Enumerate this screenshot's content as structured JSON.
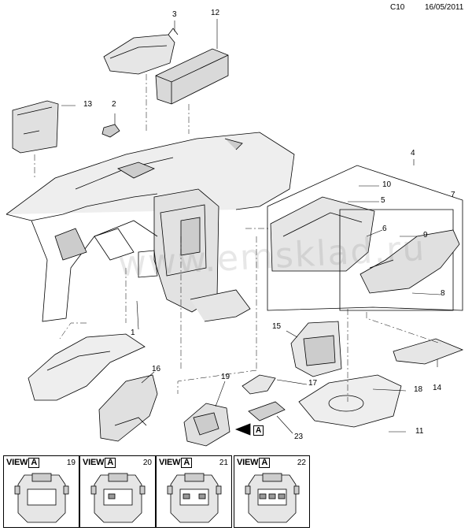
{
  "header": {
    "code": "C10",
    "date": "16/05/2011"
  },
  "watermark": "www.emsklad.ru",
  "callouts": [
    "1",
    "2",
    "3",
    "4",
    "5",
    "6",
    "7",
    "8",
    "9",
    "10",
    "11",
    "12",
    "13",
    "14",
    "15",
    "16",
    "17",
    "18",
    "19",
    "23"
  ],
  "view_marker": "A",
  "views": [
    {
      "title": "VIEW",
      "letter": "A",
      "number": "19"
    },
    {
      "title": "VIEW",
      "letter": "A",
      "number": "20"
    },
    {
      "title": "VIEW",
      "letter": "A",
      "number": "21"
    },
    {
      "title": "VIEW",
      "letter": "A",
      "number": "22"
    }
  ],
  "colors": {
    "line": "#000000",
    "part_fill": "#e6e6e6",
    "shadow": "#b5b5b5",
    "watermark": "#9a9a9a"
  }
}
